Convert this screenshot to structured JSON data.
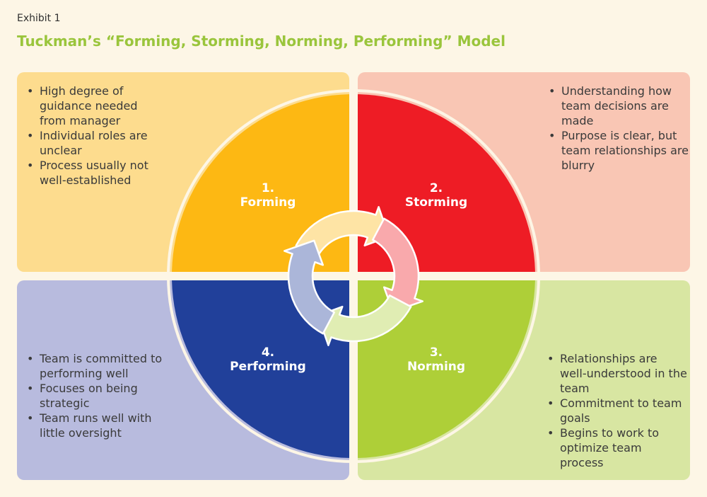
{
  "exhibit_label": "Exhibit 1",
  "title": "Tuckman’s “Forming, Storming, Norming, Performing” Model",
  "colors": {
    "forming": "#fdb813",
    "forming_panel": "#fddc8e",
    "storming": "#ee1c25",
    "storming_panel": "#f9c6b4",
    "norming": "#aecf38",
    "norming_panel": "#d8e6a2",
    "performing": "#21409a",
    "performing_panel": "#b8bbde",
    "ring": "#fdf6e6"
  },
  "stages": {
    "forming": {
      "number": "1.",
      "name": "Forming",
      "bullets": [
        "High degree of guidance needed from manager",
        "Individual roles are unclear",
        "Process usually not well-established"
      ]
    },
    "storming": {
      "number": "2.",
      "name": "Storming",
      "bullets": [
        "Understanding how team decisions are made",
        "Purpose is clear, but team relationships are blurry"
      ]
    },
    "norming": {
      "number": "3.",
      "name": "Norming",
      "bullets": [
        "Relationships are well-understood in the team",
        "Commitment to team goals",
        "Begins to work to optimize team process"
      ]
    },
    "performing": {
      "number": "4.",
      "name": "Performing",
      "bullets": [
        "Team is committed to performing well",
        "Focuses on being strategic",
        "Team runs well with little oversight"
      ]
    }
  }
}
